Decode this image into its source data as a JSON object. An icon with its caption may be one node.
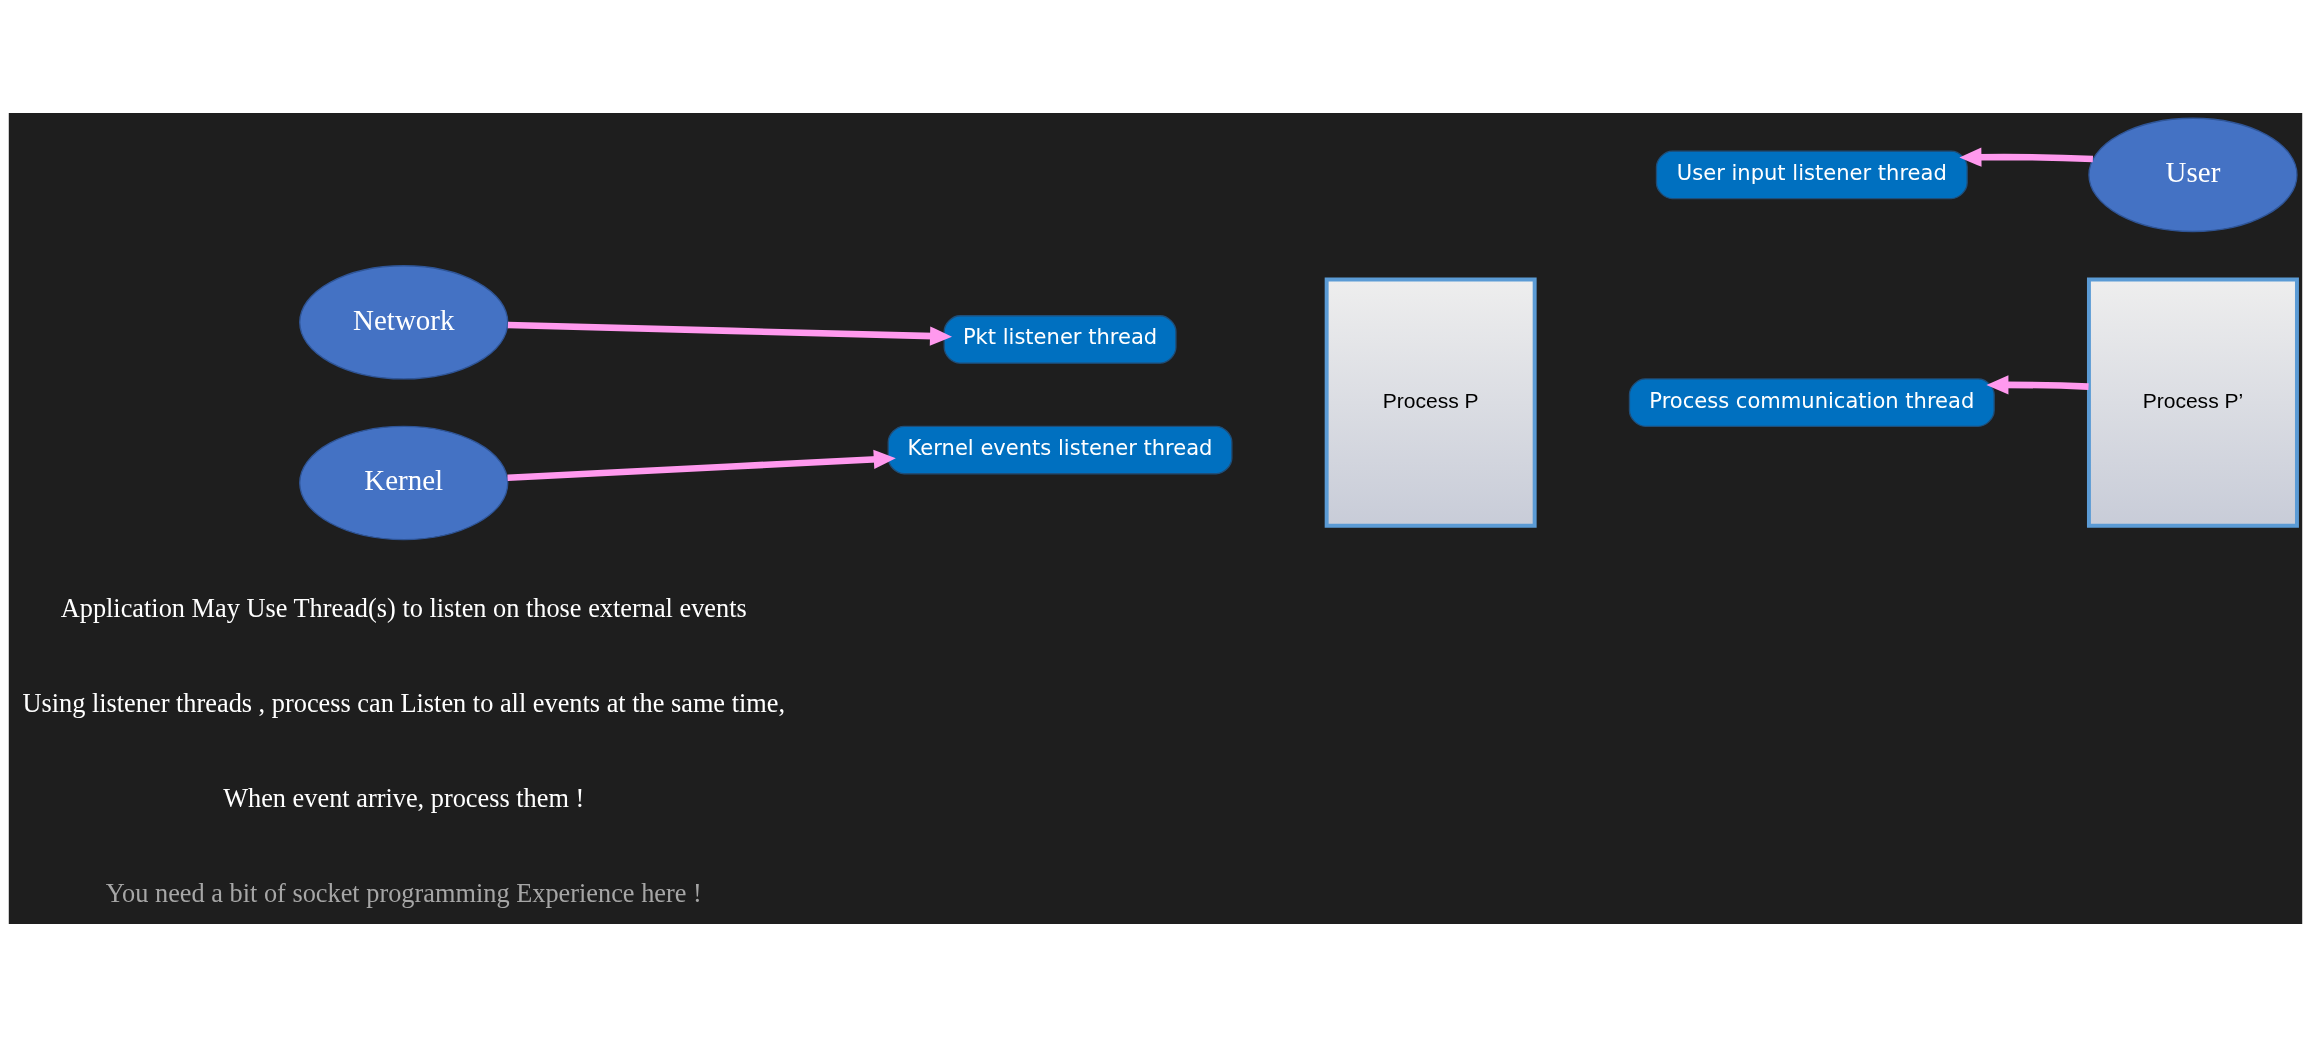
{
  "diagram": {
    "nodes": [
      {
        "text": [
          "Network"
        ]
      },
      {
        "text": [
          "Pkt listener thread"
        ]
      },
      {
        "text": [
          "Process P"
        ]
      },
      {
        "text": [
          "Process communication thread"
        ]
      },
      {
        "text": [
          "User input listener thread"
        ]
      },
      {
        "text": [
          "Kernel events listener thread"
        ]
      },
      {
        "text": [
          "Process P’"
        ]
      },
      {
        "text": [
          "User"
        ]
      },
      {
        "text": [
          "Kernel"
        ]
      }
    ],
    "edges": [
      {
        "from": 0,
        "to": 1,
        "arrow": "to"
      },
      {
        "from": 6,
        "to": 3,
        "arrow": "to"
      },
      {
        "from": 7,
        "to": 4,
        "arrow": "to"
      },
      {
        "from": 8,
        "to": 5,
        "arrow": "to"
      }
    ],
    "labels": [
      "Application May Use Thread(s) to listen on those external events",
      "Using listener threads , process can Listen to all events at the same time,",
      "When event arrive, process them !",
      "You need a bit of socket programming Experience here !"
    ]
  }
}
